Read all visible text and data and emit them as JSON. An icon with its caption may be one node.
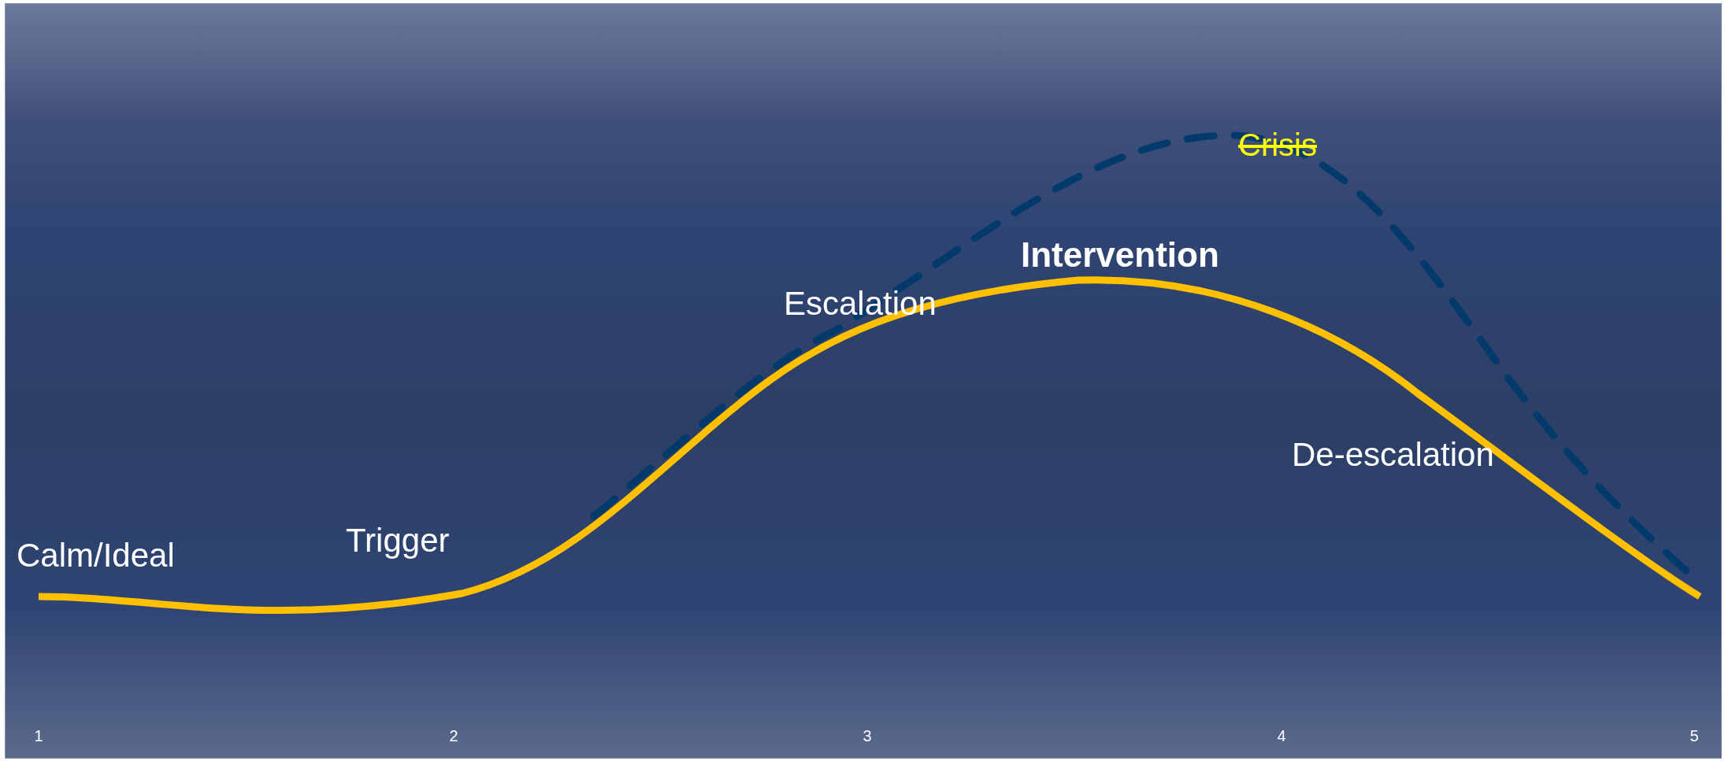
{
  "diagram": {
    "labels": [
      "Crisis",
      "Intervention",
      "Escalation",
      "De-escalation",
      "Calm/Ideal",
      "Trigger",
      "1",
      "2",
      "3",
      "4",
      "5"
    ]
  }
}
